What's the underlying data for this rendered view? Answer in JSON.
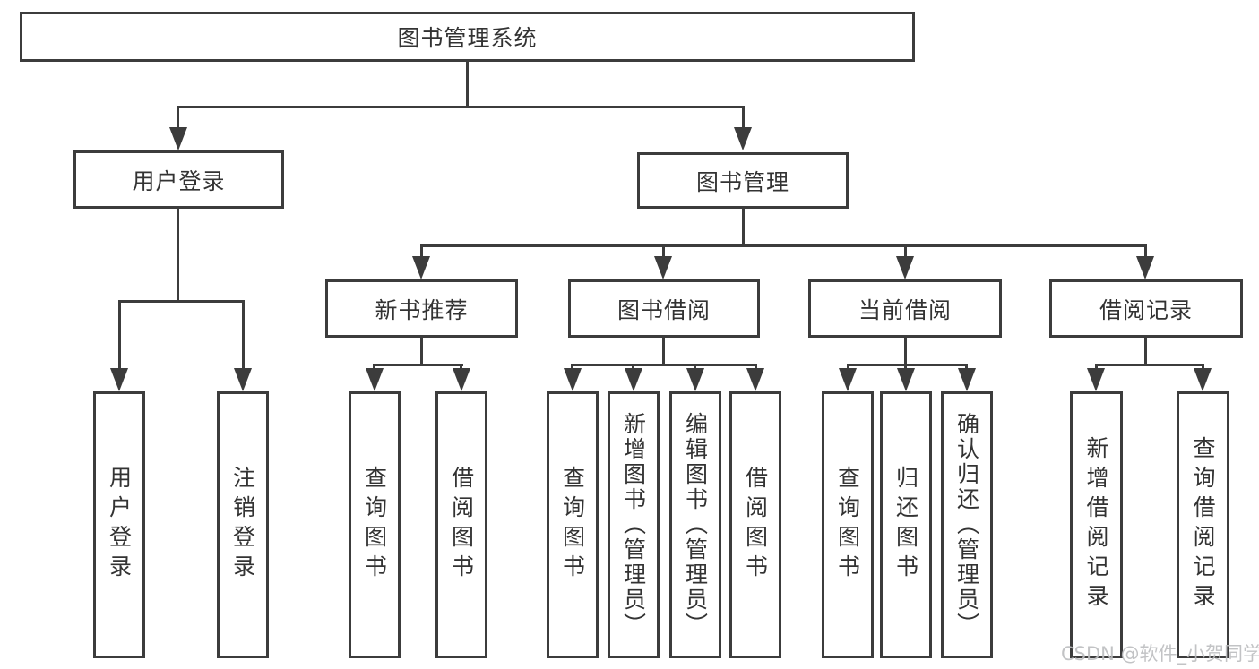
{
  "colors": {
    "line": "#3c3c3c",
    "text": "#333333",
    "watermark": "#bcbdbf",
    "background": "#ffffff"
  },
  "tree": {
    "root": "图书管理系统",
    "children": [
      {
        "label": "用户登录",
        "children": [
          {
            "label": "用户登录"
          },
          {
            "label": "注销登录"
          }
        ]
      },
      {
        "label": "图书管理",
        "children": [
          {
            "label": "新书推荐",
            "children": [
              {
                "label": "查询图书"
              },
              {
                "label": "借阅图书"
              }
            ]
          },
          {
            "label": "图书借阅",
            "children": [
              {
                "label": "查询图书"
              },
              {
                "label": "新增图书（管理员）"
              },
              {
                "label": "编辑图书（管理员）"
              },
              {
                "label": "借阅图书"
              }
            ]
          },
          {
            "label": "当前借阅",
            "children": [
              {
                "label": "查询图书"
              },
              {
                "label": "归还图书"
              },
              {
                "label": "确认归还（管理员）"
              }
            ]
          },
          {
            "label": "借阅记录",
            "children": [
              {
                "label": "新增借阅记录"
              },
              {
                "label": "查询借阅记录"
              }
            ]
          }
        ]
      }
    ]
  },
  "watermark": "CSDN @软件_小贺同学"
}
